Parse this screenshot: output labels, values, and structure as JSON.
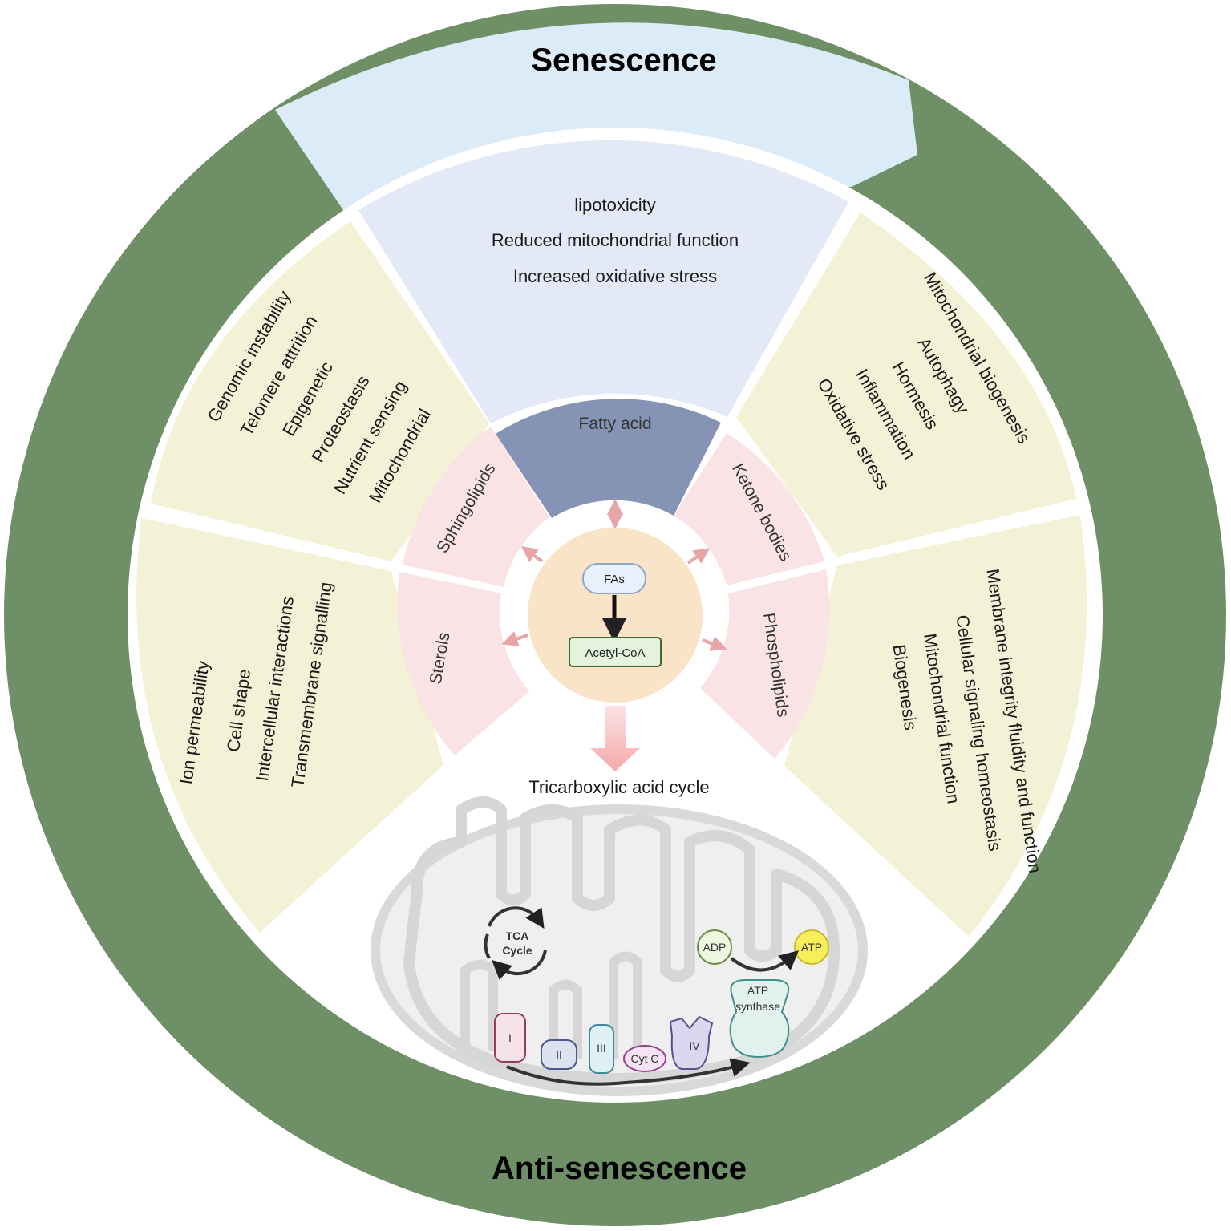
{
  "titles": {
    "top": "Senescence",
    "bottom": "Anti-senescence"
  },
  "colors": {
    "outer_ring": "#6f8f66",
    "senescence_band": "#dcebf8",
    "senescence_wedge": "#e4e9f8",
    "side_panels": "#f3f2d6",
    "lipid_segments": "#fae3e4",
    "fatty_acid": "#8593b5",
    "core": "#f9e4c8",
    "arrows": "#e8a5a5"
  },
  "senescence_wedge": {
    "items": [
      "lipotoxicity",
      "Reduced mitochondrial function",
      "Increased oxidative stress"
    ]
  },
  "panel_upper_left": {
    "items": [
      "Genomic instability",
      "Telomere attrition",
      "Epigenetic",
      "Proteostasis",
      "Nutrient sensing",
      "Mitochondrial"
    ]
  },
  "panel_lower_left": {
    "items": [
      "Ion permeability",
      "Cell shape",
      "Intercellular interactions",
      "Transmembrane signalling"
    ]
  },
  "panel_upper_right": {
    "items": [
      "Mitochondrial biogenesis",
      "Autophagy",
      "Hormesis",
      "Inflammation",
      "Oxidative stress"
    ]
  },
  "panel_lower_right": {
    "items": [
      "Membrane integrity fluidity and function",
      "Cellular signaling homeostasis",
      "Mitochondrial function",
      "Biogenesis"
    ]
  },
  "lipids": {
    "fatty_acid": "Fatty acid",
    "sphingolipids": "Sphingolipids",
    "sterols": "Sterols",
    "ketone_bodies": "Ketone bodies",
    "phospholipids": "Phospholipids"
  },
  "core": {
    "fas": "FAs",
    "acetyl_coa": "Acetyl-CoA"
  },
  "mito": {
    "title": "Tricarboxylic acid cycle",
    "tca_line1": "TCA",
    "tca_line2": "Cycle",
    "adp": "ADP",
    "atp": "ATP",
    "atp_synthase_line1": "ATP",
    "atp_synthase_line2": "synthase",
    "complex_i": "I",
    "complex_ii": "II",
    "complex_iii": "III",
    "cyt_c": "Cyt C",
    "complex_iv": "IV"
  }
}
